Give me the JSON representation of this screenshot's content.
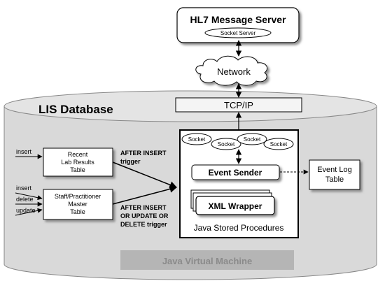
{
  "server": {
    "title": "HL7 Message Server",
    "socket": "Socket Server"
  },
  "network": {
    "label": "Network"
  },
  "database": {
    "label": "LIS Database"
  },
  "tcpip": {
    "label": "TCP/IP"
  },
  "sockets": [
    "Socket",
    "Socket",
    "Socket",
    "Socket"
  ],
  "lab_table": {
    "line1": "Recent",
    "line2": "Lab Results",
    "line3": "Table"
  },
  "staff_table": {
    "line1": "Staff/Practitioner",
    "line2": "Master",
    "line3": "Table"
  },
  "inputs": {
    "lab_insert": "insert",
    "staff_insert": "insert",
    "staff_delete": "delete",
    "staff_update": "update"
  },
  "trigger1": {
    "line1": "AFTER INSERT",
    "line2": "trigger"
  },
  "trigger2": {
    "line1": "AFTER INSERT",
    "line2": "OR UPDATE OR",
    "line3": "DELETE trigger"
  },
  "event_sender": {
    "label": "Event Sender"
  },
  "xml_wrapper": {
    "label": "XML Wrapper"
  },
  "java_stored": {
    "label": "Java Stored Procedures"
  },
  "event_log": {
    "line1": "Event Log",
    "line2": "Table"
  },
  "jvm": {
    "label": "Java Virtual Machine"
  },
  "colors": {
    "cylinder_fill": "#d9d9d9",
    "jvm_bar": "#b5b5b5",
    "jvm_text": "#8a8a8a"
  }
}
